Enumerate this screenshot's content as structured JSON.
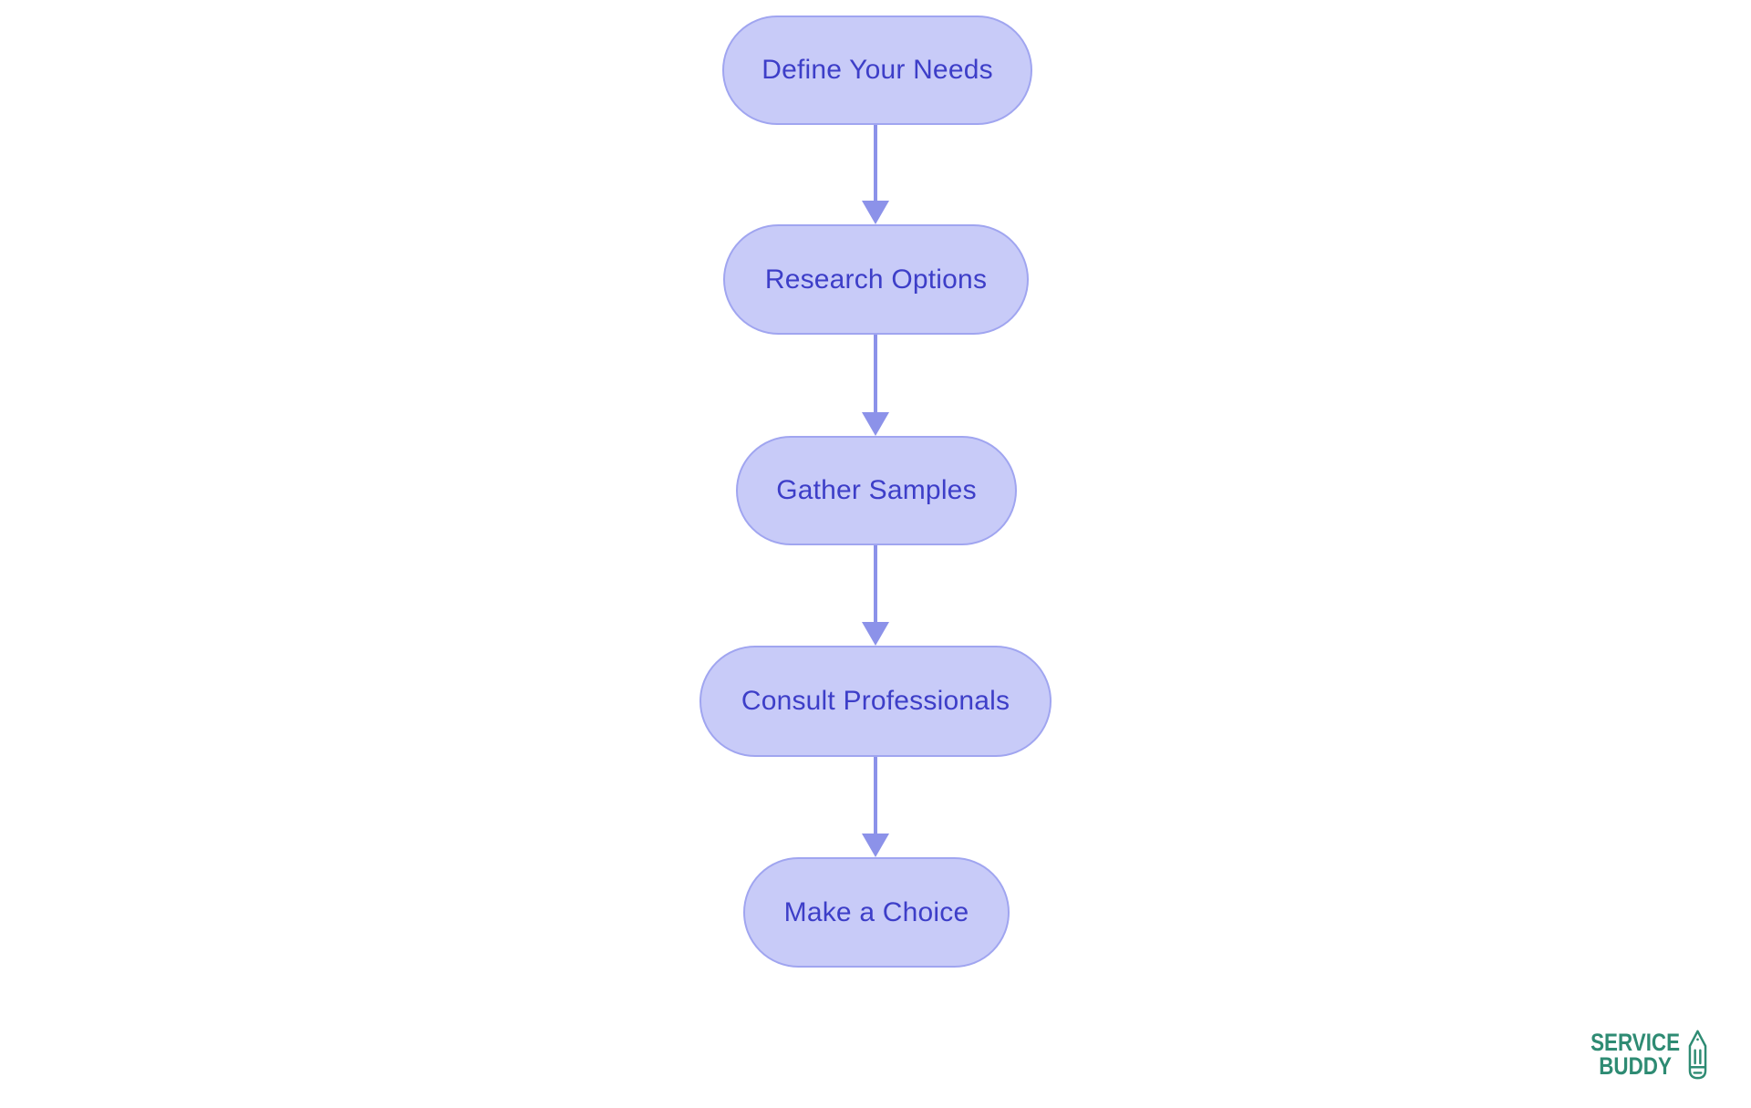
{
  "page": {
    "background": "#ffffff",
    "type": "flowchart-infographic"
  },
  "colors": {
    "node-fill": "#c8cbf8",
    "node-border": "#a0a5f0",
    "node-text": "#3d3ec8",
    "arrow": "#8c92e9",
    "logo": "#2e8b73"
  },
  "flowchart": {
    "direction": "top-to-bottom",
    "nodes": [
      {
        "id": "define-your-needs",
        "label": "Define Your Needs"
      },
      {
        "id": "research-options",
        "label": "Research Options"
      },
      {
        "id": "gather-samples",
        "label": "Gather Samples"
      },
      {
        "id": "consult-professionals",
        "label": "Consult Professionals"
      },
      {
        "id": "make-a-choice",
        "label": "Make a Choice"
      }
    ],
    "edges": [
      {
        "from": "Define Your Needs",
        "to": "Research Options"
      },
      {
        "from": "Research Options",
        "to": "Gather Samples"
      },
      {
        "from": "Gather Samples",
        "to": "Consult Professionals"
      },
      {
        "from": "Consult Professionals",
        "to": "Make a Choice"
      }
    ]
  },
  "logo": {
    "line1": "SERVICE",
    "line2": "BUDDY",
    "icon": "pencil-icon"
  }
}
